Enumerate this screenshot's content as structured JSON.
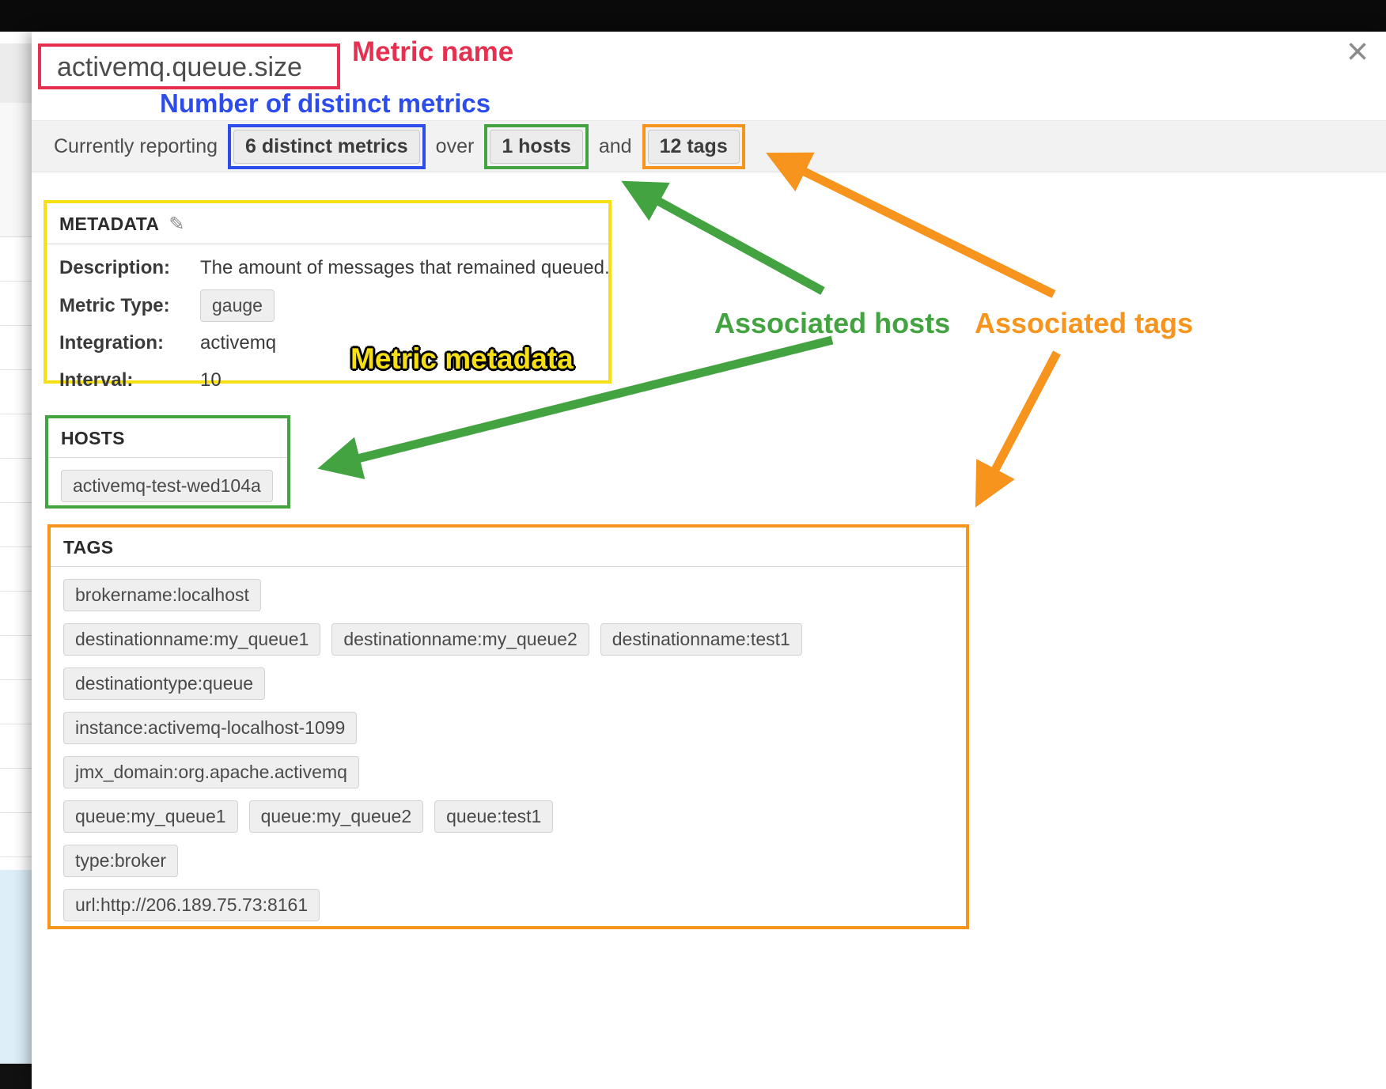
{
  "panel": {
    "metric_name": "activemq.queue.size",
    "icons": {
      "close": "×",
      "edit": "✎"
    },
    "reporting": {
      "prefix": "Currently reporting",
      "metrics_badge": "6 distinct metrics",
      "over": "over",
      "hosts_badge": "1 hosts",
      "and_word": "and",
      "tags_badge": "12 tags"
    },
    "metadata": {
      "title": "METADATA",
      "rows": [
        {
          "label": "Description:",
          "value": "The amount of messages that remained queued."
        },
        {
          "label": "Metric Type:",
          "value": "gauge"
        },
        {
          "label": "Integration:",
          "value": "activemq"
        },
        {
          "label": "Interval:",
          "value": "10"
        }
      ]
    },
    "hosts": {
      "title": "HOSTS",
      "items": [
        "activemq-test-wed104a"
      ]
    },
    "tags": {
      "title": "TAGS",
      "rows": [
        [
          "brokername:localhost"
        ],
        [
          "destinationname:my_queue1",
          "destinationname:my_queue2",
          "destinationname:test1"
        ],
        [
          "destinationtype:queue"
        ],
        [
          "instance:activemq-localhost-1099"
        ],
        [
          "jmx_domain:org.apache.activemq"
        ],
        [
          "queue:my_queue1",
          "queue:my_queue2",
          "queue:test1"
        ],
        [
          "type:broker"
        ],
        [
          "url:http://206.189.75.73:8161"
        ]
      ]
    }
  },
  "annotations": {
    "metric_name_label": "Metric name",
    "distinct_metrics_label": "Number of distinct metrics",
    "metadata_label": "Metric metadata",
    "hosts_label": "Associated hosts",
    "tags_label": "Associated tags",
    "colors": {
      "red": "#e5304f",
      "blue": "#2d4cec",
      "green": "#42a340",
      "orange": "#f7941e",
      "yellow": "#f6df12"
    }
  }
}
